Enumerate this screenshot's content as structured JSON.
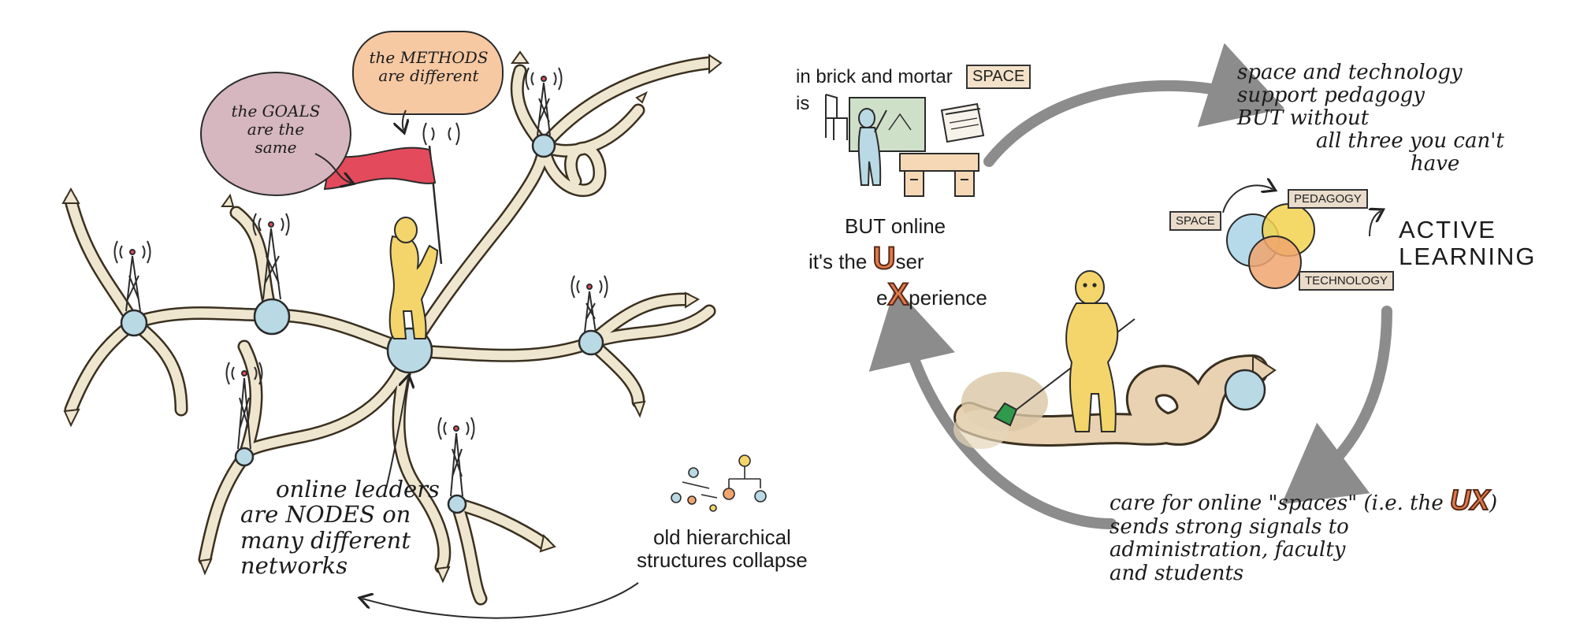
{
  "left_panel": {
    "bubble_goals": [
      "the GOALS",
      "are the",
      "same"
    ],
    "bubble_methods": [
      "the METHODS",
      "are different"
    ],
    "leaders_text": [
      "online leaders",
      "are NODES on",
      "many different",
      "networks"
    ],
    "hierarchy_text": [
      "old hierarchical",
      "structures collapse"
    ]
  },
  "right_panel": {
    "brick_text_1": "in brick and mortar",
    "brick_box": "SPACE",
    "brick_text_2": "is",
    "online_text_1": "BUT online",
    "online_text_2": "it's the",
    "ux_u": "U",
    "ux_ser": "ser",
    "ux_e": "e",
    "ux_x": "X",
    "ux_perience": "perience",
    "support_text": [
      "space and technology",
      "support pedagogy",
      "BUT without",
      "all three you can't",
      "have"
    ],
    "venn": {
      "space": "SPACE",
      "pedagogy": "PEDAGOGY",
      "technology": "TECHNOLOGY"
    },
    "active_learning": [
      "ACTIVE",
      "LEARNING"
    ],
    "care_text_1": "care for online \"spaces\" (i.e. the",
    "care_ux": "UX",
    "care_text_2": ")",
    "care_lines": [
      "sends strong signals to",
      "administration, faculty",
      "and students"
    ]
  },
  "colors": {
    "road": "#efe6cf",
    "node": "#b9d9e4",
    "figure": "#f3d56b",
    "flag": "#e34a5b",
    "bubble_goals": "#d6b7bf",
    "bubble_methods": "#f6c9a3",
    "cycle_arrow": "#8c8c8c",
    "ux_orange": "#e07a4c",
    "venn_blue": "#a9d4e6",
    "venn_yellow": "#f2d24f",
    "venn_orange": "#f0a56e",
    "venn_green": "#9cc98a"
  }
}
